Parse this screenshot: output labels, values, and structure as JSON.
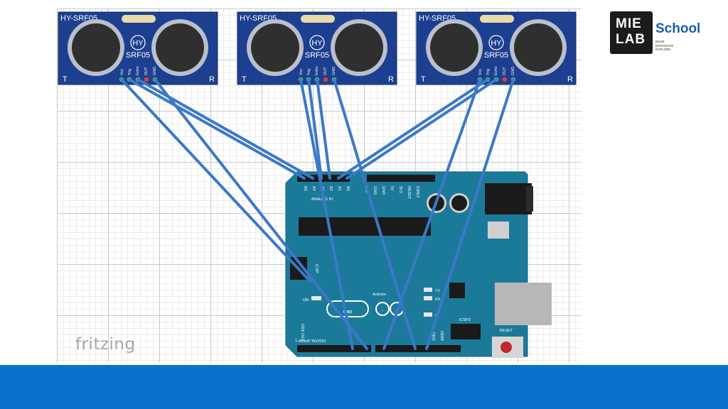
{
  "logo": {
    "mark_line1": "MIE",
    "mark_line2": "LAB",
    "wordmark": "School",
    "tagline": [
      "MAKE",
      "INTEGRATE",
      "EXPLORE"
    ]
  },
  "watermark": "fritzing",
  "sensors": [
    {
      "title": "HY-SRF05",
      "badge": "HY",
      "model": "SRF05",
      "left_letter": "T",
      "right_letter": "R",
      "pins": [
        "Vcc",
        "Trig",
        "Echo",
        "OUT",
        "GND"
      ]
    },
    {
      "title": "HY-SRF05",
      "badge": "HY",
      "model": "SRF05",
      "left_letter": "T",
      "right_letter": "R",
      "pins": [
        "Vcc",
        "Trig",
        "Echo",
        "OUT",
        "GND"
      ]
    },
    {
      "title": "HY-SRF05",
      "badge": "HY",
      "model": "SRF05",
      "left_letter": "T",
      "right_letter": "R",
      "pins": [
        "Vcc",
        "Trig",
        "Echo",
        "OUT",
        "GND"
      ]
    }
  ],
  "arduino": {
    "brand": "Arduino",
    "model": "UNO",
    "analog_header": "ANALOG IN",
    "analog_pins": [
      "A5",
      "A4",
      "A3",
      "A2",
      "A1",
      "A0"
    ],
    "power_pins": [
      "VIN",
      "GND",
      "GND",
      "5V",
      "3V3",
      "RESET",
      "IOREF"
    ],
    "digital_header": "DIGITAL (PWM~)",
    "icsp_left": "ICSP",
    "icsp_right": "ICSP2",
    "reset_label": "RESET",
    "on_label": "ON",
    "tx_label": "TX",
    "rx_label": "RX",
    "l_label": "L",
    "aref_label": "AREF",
    "gnd_label": "GND",
    "txd_rxd": "TXD RXD"
  },
  "colors": {
    "sensor_board": "#1d3f8f",
    "arduino_board": "#1b7a99",
    "wire": "#3b78c8",
    "footer": "#0a73c9",
    "school_text": "#1a5fb0"
  }
}
